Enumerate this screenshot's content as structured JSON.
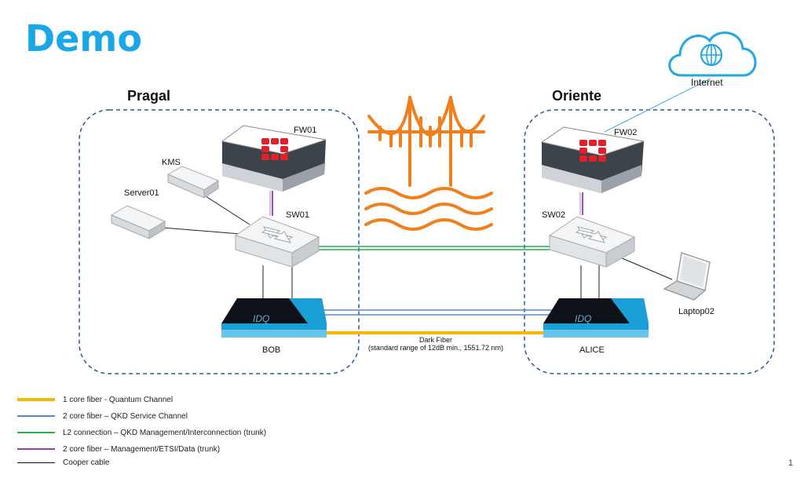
{
  "title": "Demo",
  "sites": {
    "left": "Pragal",
    "right": "Oriente"
  },
  "devices": {
    "fw01": "FW01",
    "fw02": "FW02",
    "sw01": "SW01",
    "sw02": "SW02",
    "kms": "KMS",
    "server01": "Server01",
    "laptop02": "Laptop02",
    "bob": "BOB",
    "alice": "ALICE",
    "internet": "Internet"
  },
  "dark_fiber": {
    "line1": "Dark Fiber",
    "line2": "(standard range of 12dB min., 1551.72 nm)"
  },
  "legend": [
    {
      "label": "1 core fiber - Quantum Channel",
      "color": "#f6b800"
    },
    {
      "label": "2 core fiber – QKD Service Channel",
      "color": "#5a87c6"
    },
    {
      "label": "L2 connection – QKD Management/Interconnection (trunk)",
      "color": "#27b04b"
    },
    {
      "label": "2 core fiber – Management/ETSI/Data (trunk)",
      "color": "#8e3fb0"
    },
    {
      "label": "Cooper cable",
      "color": "#111111"
    }
  ],
  "colors": {
    "title": "#1aa7e8",
    "bridge": "#f07f1d",
    "firewall_logo": "#e0202a",
    "qkd_box": "#1a9fd6"
  },
  "page_number": "1"
}
